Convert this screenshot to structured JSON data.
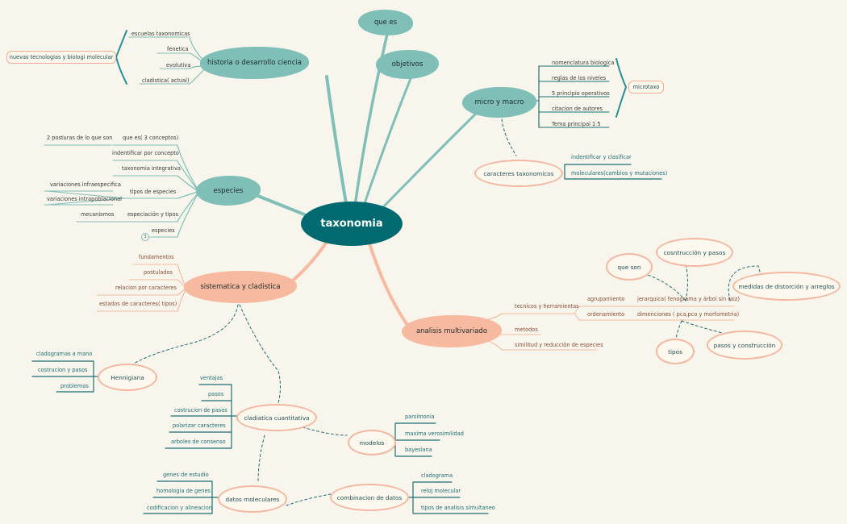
{
  "root": "taxonomia",
  "colors": {
    "teal": "#7fbfb8",
    "dark_teal": "#006a70",
    "salmon": "#f7b9a0",
    "background": "#f8f6ec"
  },
  "topics": {
    "historia": {
      "label": "historia o desarrollo ciencia",
      "children": [
        "escuelas  taxonomicas",
        "fenetica",
        "evolutiva",
        "cladistica( actual)"
      ],
      "callout": "nuevas tecnologias y biologi molecular"
    },
    "que_es": {
      "label": "que es"
    },
    "objetivos": {
      "label": "objetivos"
    },
    "micro": {
      "label": "micro y macro",
      "children": [
        "nomenclatura biologica",
        "reglas de los niveles",
        "5 principio operativos",
        "citacion de autores",
        "Tema principal 1 5"
      ],
      "callout": "microtaxo",
      "sub": {
        "label": "caracteres taxonomicos",
        "children": [
          "indentificar y clasificar",
          "moleculares(cambios y mutaciones)"
        ]
      }
    },
    "especies": {
      "label": "especies",
      "children": [
        {
          "label": "que es( 3 conceptos)",
          "sub": [
            "2 posturas de lo que son"
          ]
        },
        {
          "label": "indentificar por concepto"
        },
        {
          "label": "taxonomia integrativa"
        },
        {
          "label": "tipos de especies",
          "sub": [
            "variaciones infraespecifica",
            "variaciones intrapoblacional"
          ]
        },
        {
          "label": "especiación y tipos",
          "sub": [
            "mecanismos"
          ]
        },
        {
          "label": "especies"
        }
      ],
      "badge": "3"
    },
    "sistematica": {
      "label": "sistematica y cladistica",
      "children": [
        "fundamentos",
        "postulados",
        "relacion por caracteres",
        "estados de caracteres( tipos)"
      ],
      "hennigiana": {
        "label": "Hennigiana",
        "children": [
          "cladogramas a mano",
          "costrucion y pasos",
          "problemas"
        ]
      },
      "cuantitativa": {
        "label": "cladiatica cuantitativa",
        "children": [
          "ventajas",
          "pasos",
          "costrucion de pasos",
          "polarizar caracteres",
          "arboles de consenso"
        ],
        "modelos": {
          "label": "modelos",
          "children": [
            "parsimonia",
            "maxima verosimilidad",
            "bayesiana"
          ]
        },
        "moleculares": {
          "label": "datos moleculares",
          "children": [
            "genes de estudio",
            "homologia de genes",
            "codificacion y alineacion"
          ],
          "combinacion": {
            "label": "combinacion de  datos",
            "children": [
              "cladograma",
              "reloj molecular",
              "tipos de analisis simultaneo"
            ]
          }
        }
      }
    },
    "multivariado": {
      "label": "analisis multivariado",
      "children": [
        "tecnicos y herramientas",
        "metodos",
        "similitud y reducción de especies"
      ],
      "agrupamiento": {
        "label": "agrupamiento",
        "child": "jerarquica( fenograma y árbol sin raiz)"
      },
      "ordenamiento": {
        "label": "ordenamiento",
        "child": "dimenciones ( pca,pco y morfometria)"
      },
      "floating": {
        "que_son": "que son",
        "construccion": "cosntrucción y pasos",
        "medidas": "medidas de distorción y arreglos",
        "tipos": "tipos",
        "pasos": "pasos y construcción"
      }
    }
  }
}
